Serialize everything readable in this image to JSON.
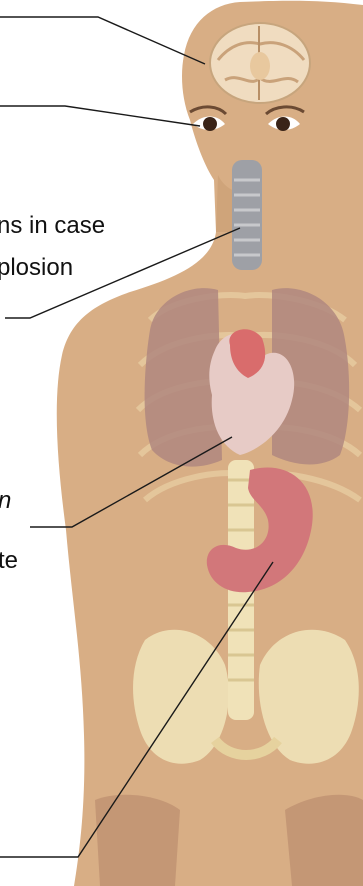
{
  "labels": {
    "blast_line1": "ns in case",
    "blast_line2": "plosion",
    "lung_line1": "n",
    "lung_line2": "te"
  },
  "colors": {
    "skin": "#d8ae85",
    "leader_line": "#1a1a1a",
    "bone": "#f0e2b8",
    "heart": "#d96c6c",
    "stomach": "#d2777a",
    "lung": "#b0877f",
    "trachea": "#9ea0a6"
  },
  "icons": [
    "brain-icon",
    "eyes-icon",
    "trachea-icon",
    "lungs-icon",
    "heart-icon",
    "stomach-icon",
    "spine-icon",
    "pelvis-icon"
  ]
}
